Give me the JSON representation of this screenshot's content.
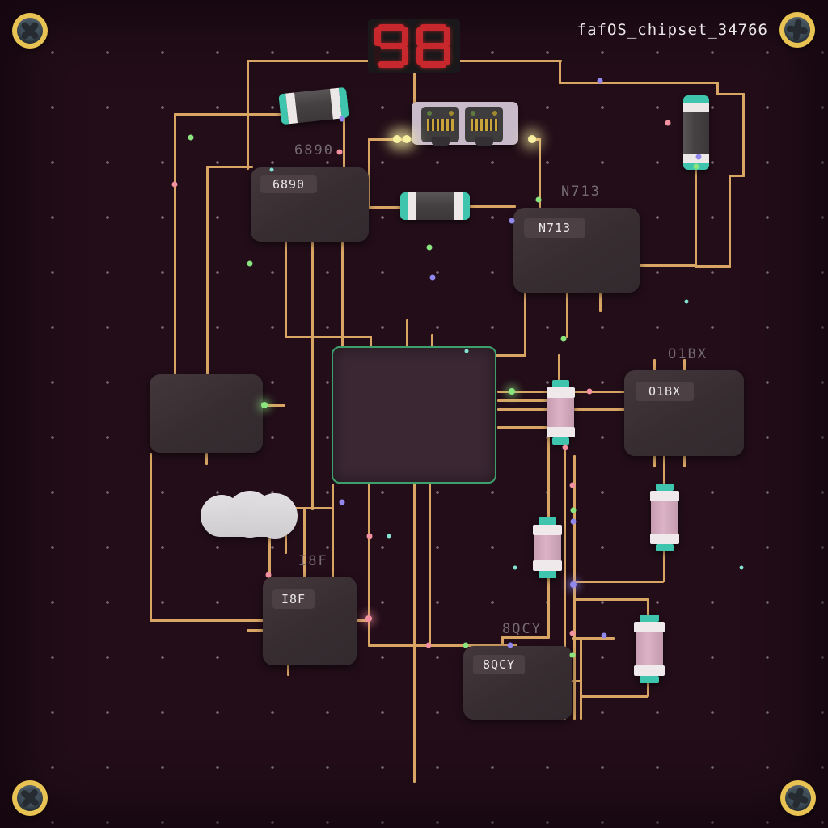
{
  "board": {
    "title": "fafOS_chipset_34766",
    "display": {
      "value": "98",
      "digits": [
        "9",
        "8"
      ]
    },
    "colors": {
      "background": "#220d18",
      "wire": "#d9a565",
      "teal_accent": "#3fc5ad",
      "pink_component": "#d3a8bb",
      "chip_body": "#3a2e32",
      "cpu_border": "#3da06c",
      "segment_red": "#c7282d",
      "screw_gold": "#e8c354",
      "ghost_label": "#756a70",
      "led_glow": "#f7f0a0",
      "dot_green": "#8be57f",
      "dot_purple": "#9188ee",
      "dot_pink": "#f2919f"
    },
    "chips": {
      "c6890": {
        "label": "6890",
        "ghost": "6890"
      },
      "n713": {
        "label": "N713",
        "ghost": "N713"
      },
      "o1bx": {
        "label": "O1BX",
        "ghost": "O1BX"
      },
      "i8f": {
        "label": "I8F",
        "ghost": "I8F"
      },
      "q8qcy": {
        "label": "8QCY",
        "ghost": "8QCY"
      }
    },
    "wires": [
      [
        305,
        74,
        390,
        3
      ],
      [
        305,
        74,
        3,
        136
      ],
      [
        691,
        74,
        3,
        30
      ],
      [
        691,
        101,
        198,
        3
      ],
      [
        886,
        101,
        3,
        17
      ],
      [
        886,
        115,
        35,
        3
      ],
      [
        918,
        115,
        3,
        104
      ],
      [
        901,
        216,
        20,
        3
      ],
      [
        901,
        216,
        3,
        115
      ],
      [
        859,
        328,
        45,
        3
      ],
      [
        859,
        205,
        3,
        126
      ],
      [
        511,
        88,
        3,
        40
      ],
      [
        455,
        171,
        58,
        3
      ],
      [
        455,
        171,
        3,
        87
      ],
      [
        455,
        255,
        45,
        3
      ],
      [
        578,
        254,
        60,
        3
      ],
      [
        655,
        171,
        14,
        3
      ],
      [
        666,
        171,
        3,
        88
      ],
      [
        255,
        205,
        58,
        3
      ],
      [
        255,
        205,
        3,
        260
      ],
      [
        215,
        140,
        3,
        326
      ],
      [
        215,
        140,
        135,
        3
      ],
      [
        424,
        143,
        3,
        66
      ],
      [
        352,
        297,
        3,
        120
      ],
      [
        385,
        297,
        3,
        334
      ],
      [
        422,
        297,
        3,
        133
      ],
      [
        352,
        415,
        108,
        3
      ],
      [
        457,
        415,
        3,
        15
      ],
      [
        502,
        395,
        3,
        35
      ],
      [
        533,
        413,
        3,
        17
      ],
      [
        648,
        360,
        3,
        80
      ],
      [
        613,
        438,
        38,
        3
      ],
      [
        700,
        360,
        3,
        58
      ],
      [
        741,
        360,
        3,
        26
      ],
      [
        791,
        327,
        70,
        3
      ],
      [
        615,
        483,
        62,
        3
      ],
      [
        710,
        483,
        64,
        3
      ],
      [
        615,
        494,
        62,
        3
      ],
      [
        615,
        505,
        62,
        3
      ],
      [
        710,
        505,
        64,
        3
      ],
      [
        615,
        527,
        64,
        3
      ],
      [
        690,
        438,
        3,
        34
      ],
      [
        808,
        444,
        3,
        15
      ],
      [
        845,
        444,
        3,
        15
      ],
      [
        808,
        563,
        3,
        15
      ],
      [
        845,
        563,
        3,
        15
      ],
      [
        820,
        563,
        3,
        38
      ],
      [
        697,
        548,
        3,
        342
      ],
      [
        709,
        563,
        3,
        327
      ],
      [
        677,
        527,
        3,
        115
      ],
      [
        677,
        710,
        3,
        80
      ],
      [
        620,
        787,
        58,
        3
      ],
      [
        620,
        787,
        3,
        13
      ],
      [
        820,
        678,
        3,
        42
      ],
      [
        711,
        718,
        110,
        3
      ],
      [
        711,
        740,
        92,
        3
      ],
      [
        800,
        740,
        3,
        24
      ],
      [
        800,
        841,
        3,
        21
      ],
      [
        717,
        860,
        85,
        3
      ],
      [
        717,
        790,
        3,
        100
      ],
      [
        708,
        788,
        52,
        3
      ],
      [
        708,
        841,
        12,
        3
      ],
      [
        455,
        598,
        3,
        200
      ],
      [
        511,
        598,
        3,
        370
      ],
      [
        530,
        598,
        3,
        200
      ],
      [
        455,
        797,
        185,
        3
      ],
      [
        185,
        560,
        3,
        208
      ],
      [
        185,
        766,
        142,
        3
      ],
      [
        325,
        500,
        28,
        3
      ],
      [
        254,
        560,
        3,
        15
      ],
      [
        375,
        627,
        3,
        88
      ],
      [
        410,
        598,
        3,
        117
      ],
      [
        332,
        665,
        3,
        50
      ],
      [
        440,
        766,
        17,
        3
      ],
      [
        355,
        821,
        3,
        15
      ],
      [
        305,
        778,
        22,
        3
      ],
      [
        360,
        627,
        50,
        3
      ],
      [
        352,
        653,
        3,
        32
      ]
    ],
    "dots": [
      [
        236,
        170,
        "#8be57f",
        0
      ],
      [
        309,
        326,
        "#8be57f",
        0
      ],
      [
        666,
        247,
        "#8be57f",
        0
      ],
      [
        697,
        419,
        "#8be57f",
        0
      ],
      [
        531,
        306,
        "#8be57f",
        0
      ],
      [
        576,
        798,
        "#8be57f",
        0
      ],
      [
        708,
        810,
        "#8be57f",
        0
      ],
      [
        709,
        631,
        "#8be57f",
        0
      ],
      [
        861,
        206,
        "#8be57f",
        0
      ],
      [
        633,
        484,
        "#8be57f",
        1
      ],
      [
        327,
        501,
        "#8be57f",
        1
      ],
      [
        423,
        147,
        "#9188ee",
        0
      ],
      [
        535,
        343,
        "#9188ee",
        0
      ],
      [
        633,
        273,
        "#9188ee",
        0
      ],
      [
        423,
        621,
        "#9188ee",
        0
      ],
      [
        709,
        645,
        "#9188ee",
        0
      ],
      [
        747,
        786,
        "#9188ee",
        0
      ],
      [
        631,
        798,
        "#9188ee",
        0
      ],
      [
        742,
        100,
        "#9188ee",
        0
      ],
      [
        864,
        194,
        "#9188ee",
        0
      ],
      [
        709,
        723,
        "#9188ee",
        1
      ],
      [
        216,
        228,
        "#f2919f",
        0
      ],
      [
        420,
        188,
        "#f2919f",
        0
      ],
      [
        729,
        484,
        "#f2919f",
        0
      ],
      [
        457,
        663,
        "#f2919f",
        0
      ],
      [
        530,
        798,
        "#f2919f",
        0
      ],
      [
        708,
        783,
        "#f2919f",
        0
      ],
      [
        826,
        152,
        "#f2919f",
        0
      ],
      [
        708,
        600,
        "#f2919f",
        0
      ],
      [
        332,
        711,
        "#f2919f",
        0
      ],
      [
        699,
        553,
        "#f2919f",
        0
      ],
      [
        456,
        765,
        "#f2919f",
        1
      ],
      [
        336,
        210,
        "#83e4d4",
        3
      ],
      [
        577,
        434,
        "#83e4d4",
        3
      ],
      [
        481,
        663,
        "#83e4d4",
        3
      ],
      [
        637,
        702,
        "#83e4d4",
        3
      ],
      [
        917,
        702,
        "#83e4d4",
        3
      ],
      [
        849,
        373,
        "#83e4d4",
        3
      ],
      [
        491,
        172,
        "#f7f0a0",
        2
      ],
      [
        503,
        172,
        "#f7f0a0",
        2
      ],
      [
        658,
        172,
        "#f7f0a0",
        2
      ]
    ]
  }
}
